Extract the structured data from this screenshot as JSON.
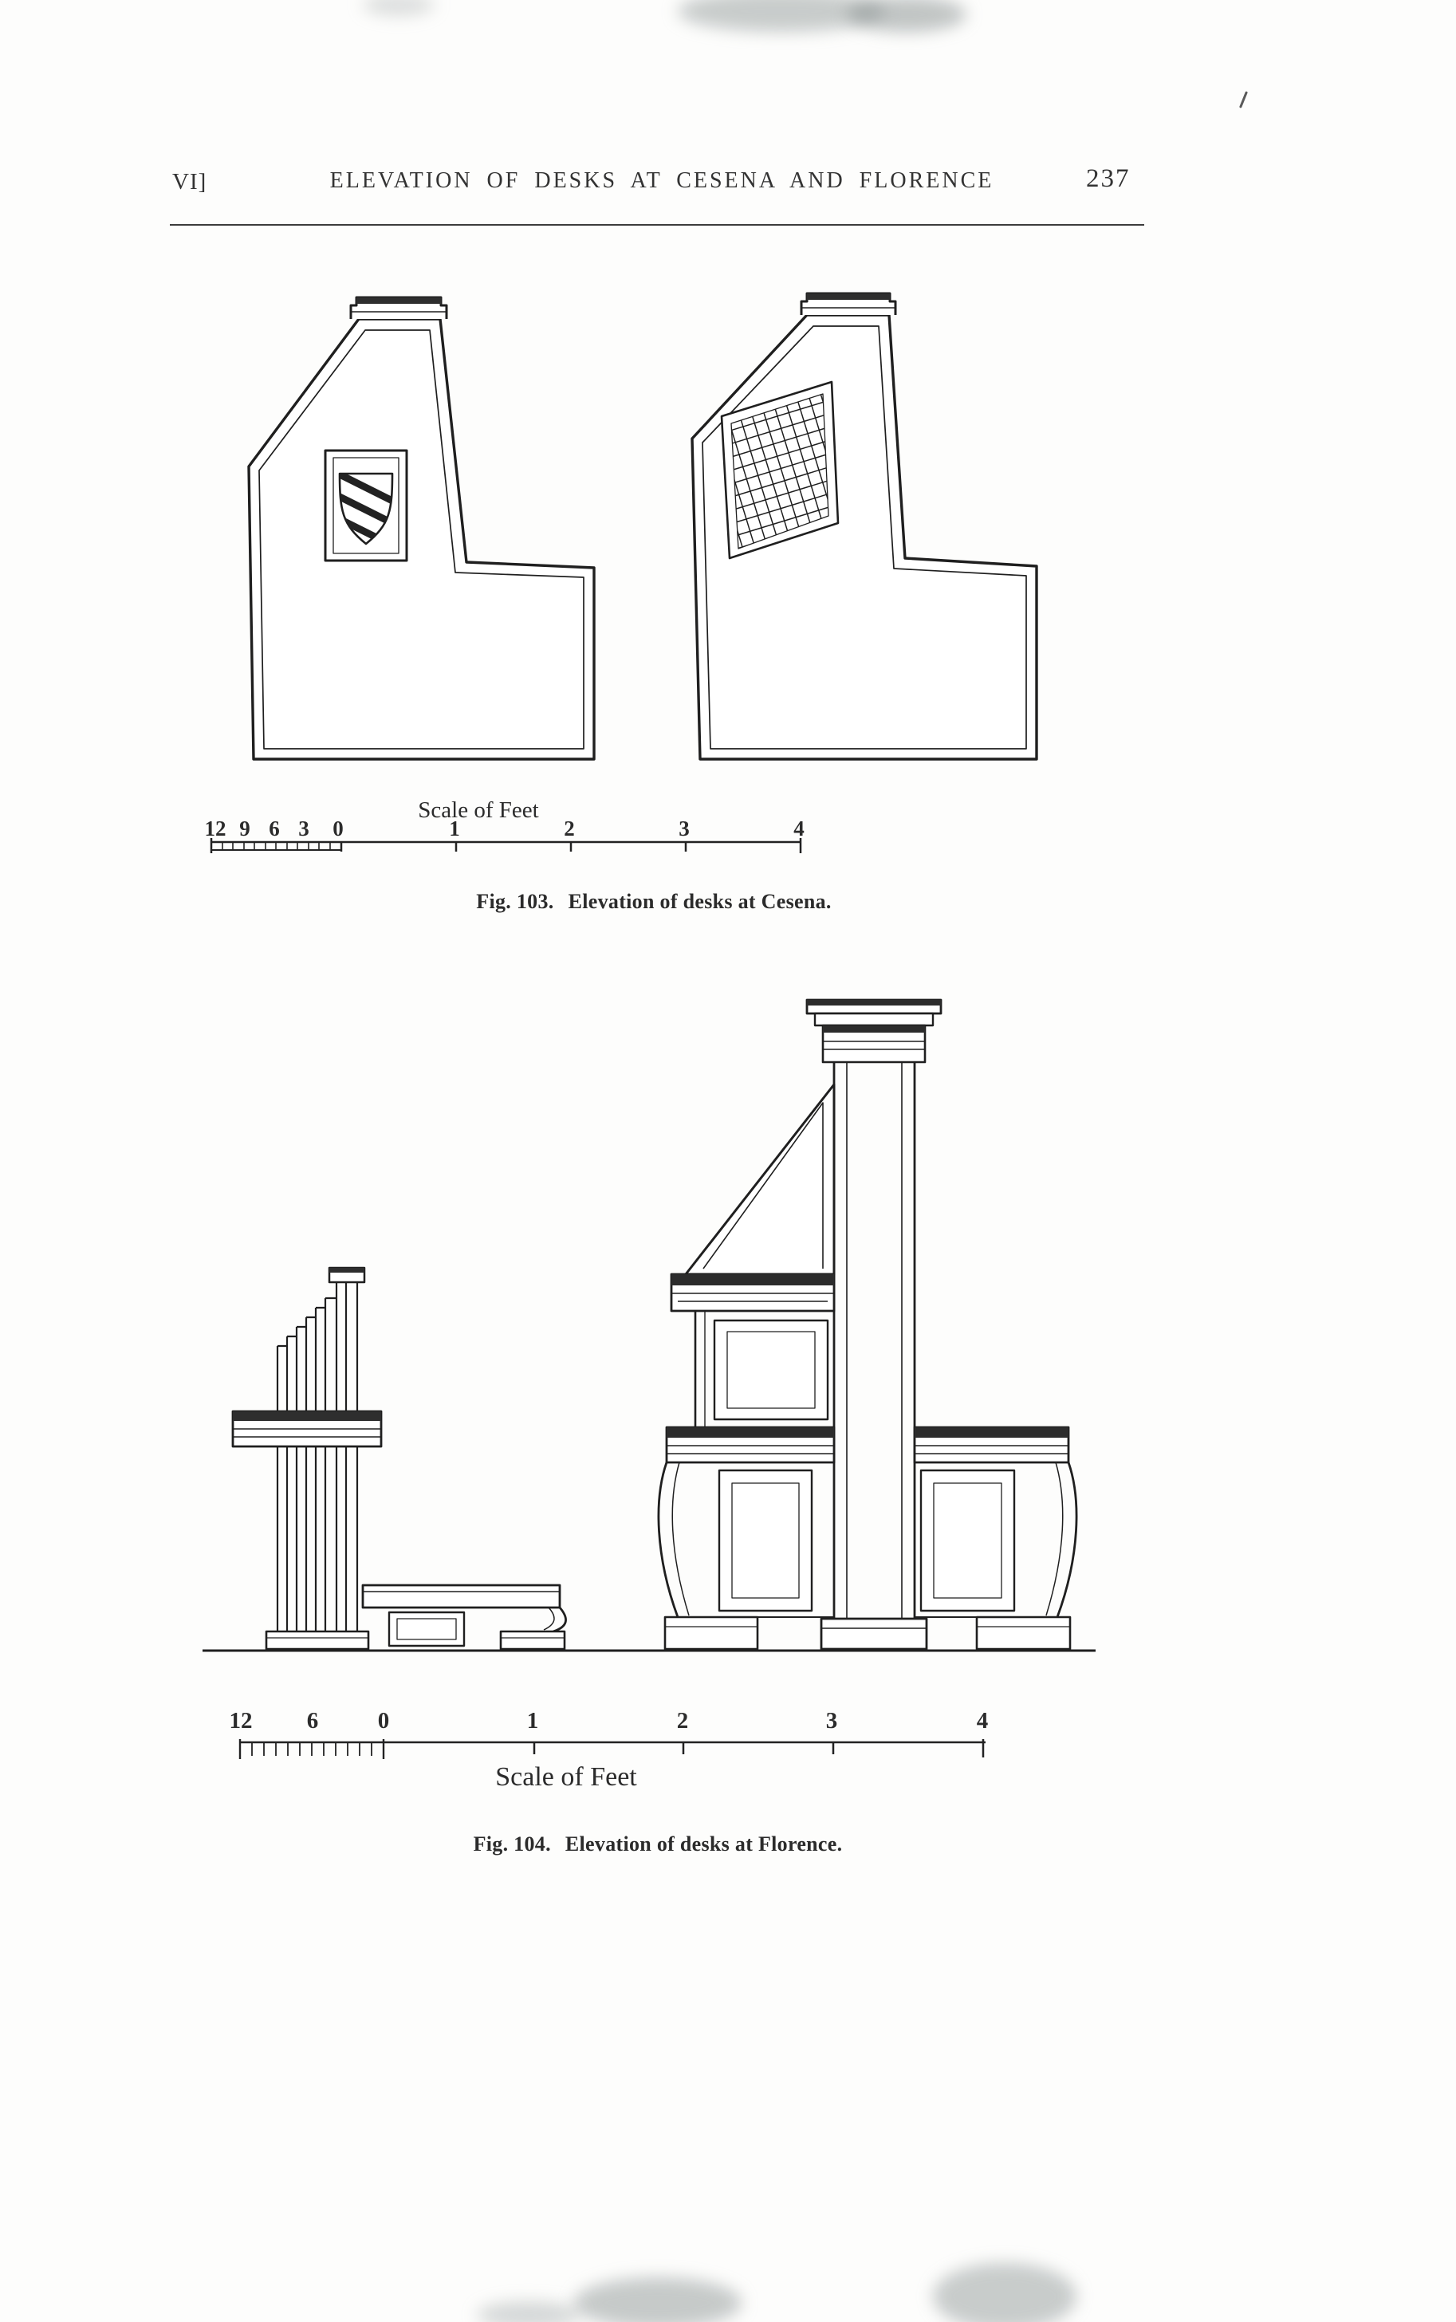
{
  "colors": {
    "ink": "#1f1f1f",
    "paper": "#fdfdfc"
  },
  "header": {
    "chapter": "VI]",
    "title": "ELEVATION OF DESKS AT CESENA AND FLORENCE",
    "page_number": "237"
  },
  "fig103": {
    "scale_title": "Scale of Feet",
    "scale_numbers": [
      "12",
      "9",
      "6",
      "3",
      "0",
      "1",
      "2",
      "3",
      "4"
    ],
    "caption_label": "Fig. 103.",
    "caption_text": "Elevation of desks at Cesena."
  },
  "fig104": {
    "scale_numbers": [
      "12",
      "6",
      "0",
      "1",
      "2",
      "3",
      "4"
    ],
    "scale_title": "Scale of Feet",
    "caption_label": "Fig. 104.",
    "caption_text": "Elevation of desks at Florence."
  }
}
